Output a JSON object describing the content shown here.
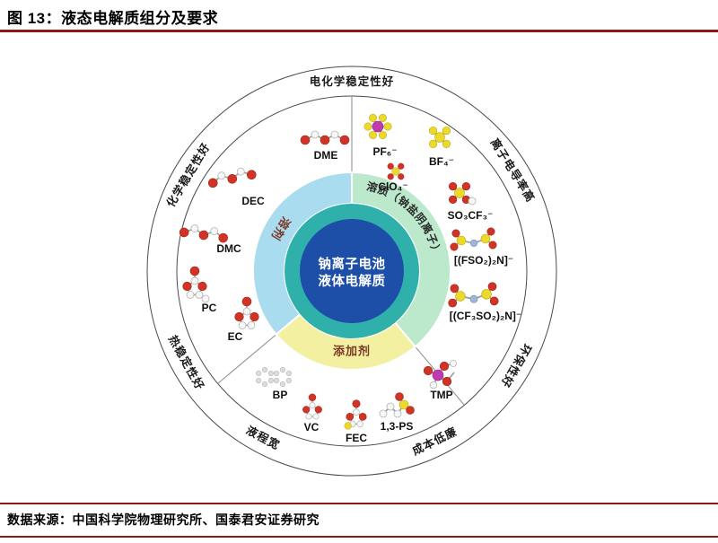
{
  "figure": {
    "title": "图 13：液态电解质组分及要求",
    "source": "数据来源：中国科学院物理研究所、国泰君安证券研究",
    "accent_color": "#8e1812"
  },
  "diagram": {
    "center": {
      "line1": "钠离子电池",
      "line2": "液体电解质"
    },
    "rings": {
      "solvent_label": "溶剂",
      "solute_label": "溶质（钠盐阴离子）",
      "additive_label": "添加剂"
    },
    "outer_labels": {
      "top": "电化学稳定性好",
      "upper_left": "化学稳定性好",
      "upper_right": "离子电导率高",
      "right": "环保性好",
      "bottom_right": "成本低廉",
      "bottom_left": "液程宽",
      "lower_left": "热稳定性好"
    },
    "solvents": [
      "DME",
      "DEC",
      "DMC",
      "PC",
      "EC"
    ],
    "solutes": [
      "PF₆⁻",
      "BF₄⁻",
      "ClO₄⁻",
      "SO₃CF₃⁻",
      "[(FSO₂)₂N]⁻",
      "[(CF₃SO₂)₂N]⁻"
    ],
    "additives": [
      "BP",
      "VC",
      "FEC",
      "1,3-PS",
      "TMP"
    ],
    "colors": {
      "solvent_sector": "#aadcef",
      "solute_sector": "#bce8cb",
      "additive_sector": "#f3f0a2",
      "center_ring": "#2fb0aa",
      "center_circle": "#1e4fa8",
      "oxygen_atom": "#d13327",
      "fluorine_sulfur_atom": "#ecd92c",
      "phosphorus_atom": "#c23ab0"
    }
  }
}
